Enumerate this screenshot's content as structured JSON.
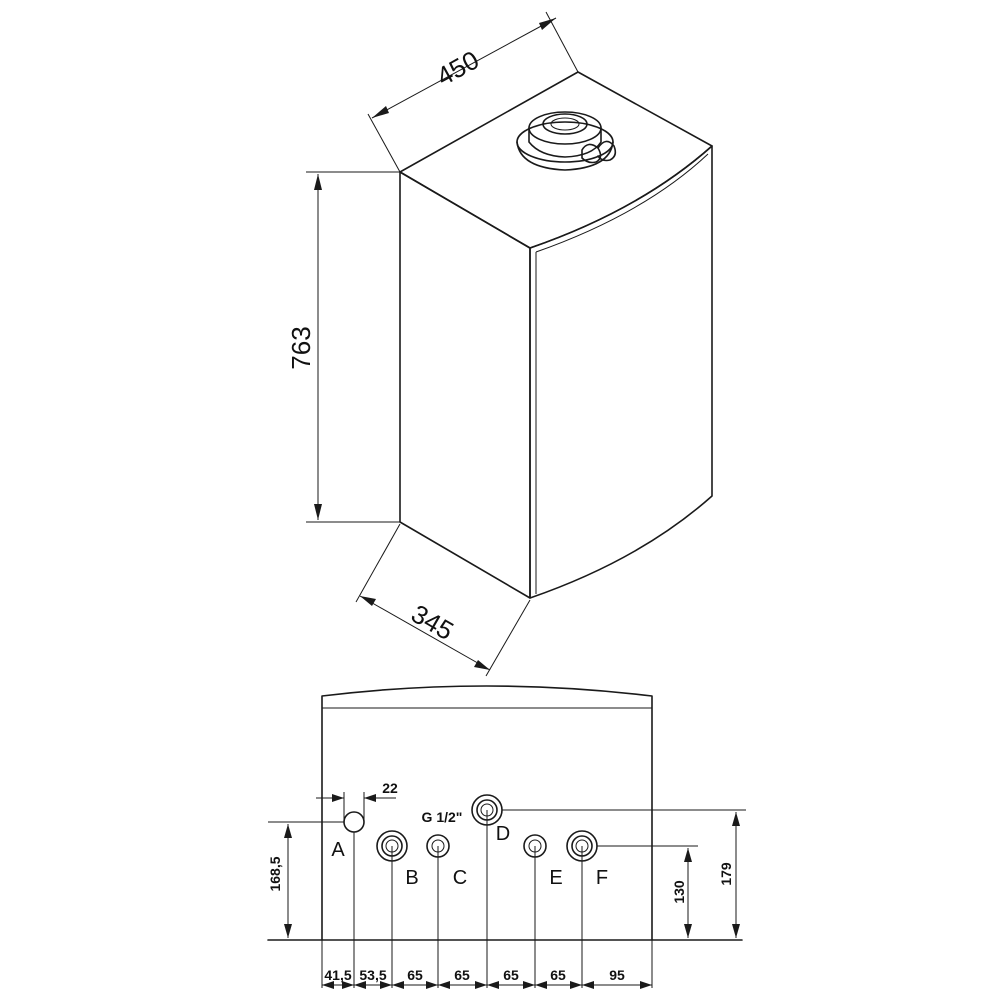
{
  "isometric": {
    "width": "450",
    "height": "763",
    "depth": "345"
  },
  "bottom_view": {
    "connections": [
      "A",
      "B",
      "C",
      "D",
      "E",
      "F"
    ],
    "thread_note": "G 1/2\"",
    "dim_a_diameter": "22",
    "dim_left_height": "168,5",
    "dim_right_height_inner": "130",
    "dim_right_height_outer": "179",
    "spacings": [
      "41,5",
      "53,5",
      "65",
      "65",
      "65",
      "65",
      "95"
    ]
  }
}
